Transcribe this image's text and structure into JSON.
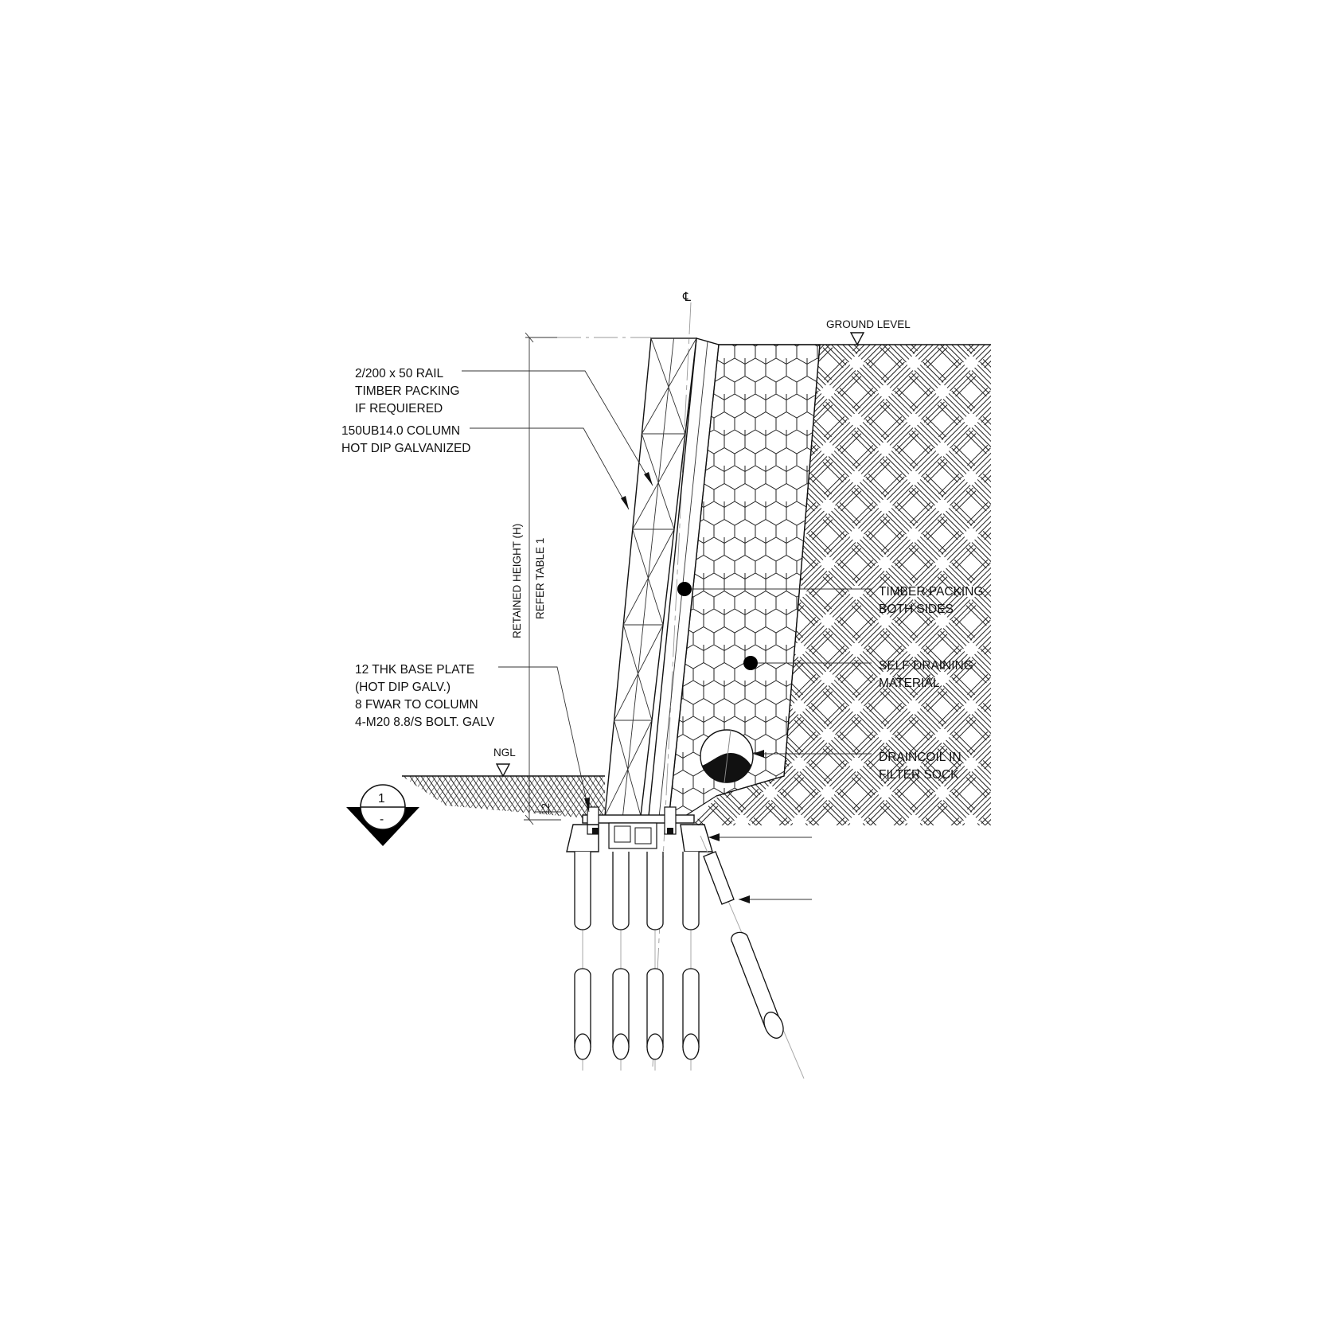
{
  "drawing": {
    "centerline_symbol": "℄",
    "ground_level": "GROUND LEVEL",
    "ngl": "NGL",
    "retained_height": "RETAINED HEIGHT (H)",
    "refer_table": "REFER TABLE 1",
    "dim_12": "12",
    "section_number": "1",
    "section_sheet": "-",
    "callouts": {
      "rail": [
        "2/200 x 50 RAIL",
        "TIMBER PACKING",
        "IF REQUIERED"
      ],
      "column": [
        "150UB14.0 COLUMN",
        "HOT DIP GALVANIZED"
      ],
      "base_plate": [
        "12 THK BASE PLATE",
        "(HOT DIP GALV.)",
        "8 FWAR TO COLUMN",
        "4-M20 8.8/S BOLT. GALV"
      ],
      "timber_packing": [
        "TIMBER PACKING",
        "BOTH SIDES"
      ],
      "self_draining": [
        "SELF DRAINING",
        "MATERIAL"
      ],
      "draincoil": [
        "DRAINCOIL IN",
        "FILTER SOCK"
      ]
    }
  }
}
